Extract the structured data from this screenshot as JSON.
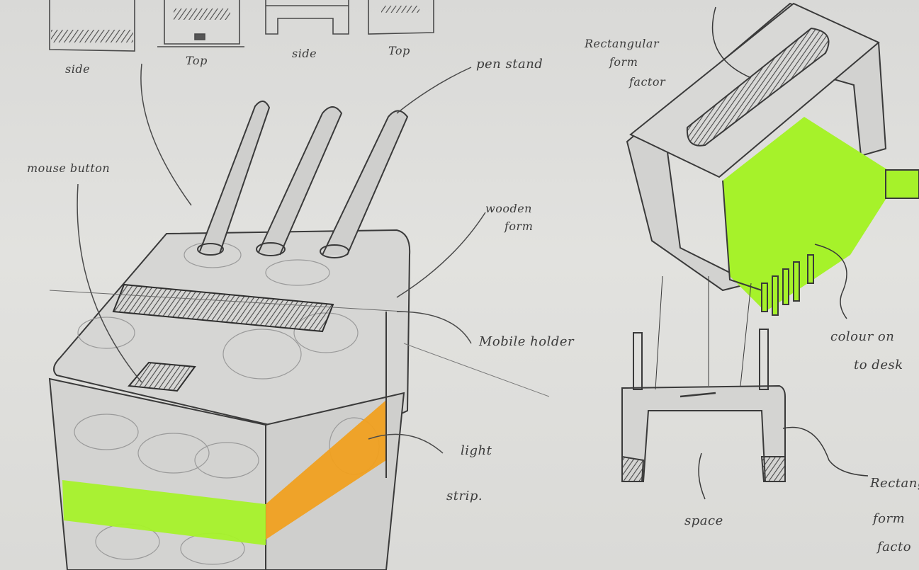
{
  "sketch": {
    "paper_color": "#dcdcd9",
    "ink_color": "#3a3a3a",
    "highlight_green": "#a6f22a",
    "highlight_orange": "#f0a020"
  },
  "labels": {
    "side_1": "side",
    "top_1": "Top",
    "side_2": "side",
    "top_2": "Top",
    "pen_stand": "pen stand",
    "mouse_button": "mouse button",
    "wooden_form_line1": "wooden",
    "wooden_form_line2": "form",
    "mobile_holder": "Mobile holder",
    "light_strip_line1": "light",
    "light_strip_line2": "strip.",
    "rect_form_line1": "Rectangular",
    "rect_form_line2": "form",
    "rect_form_line3": "factor",
    "colour_line1": "colour on",
    "colour_line2": "to desk",
    "space": "space",
    "rect_form2_line1": "Rectang",
    "rect_form2_line2": "form",
    "rect_form2_line3": "facto"
  }
}
